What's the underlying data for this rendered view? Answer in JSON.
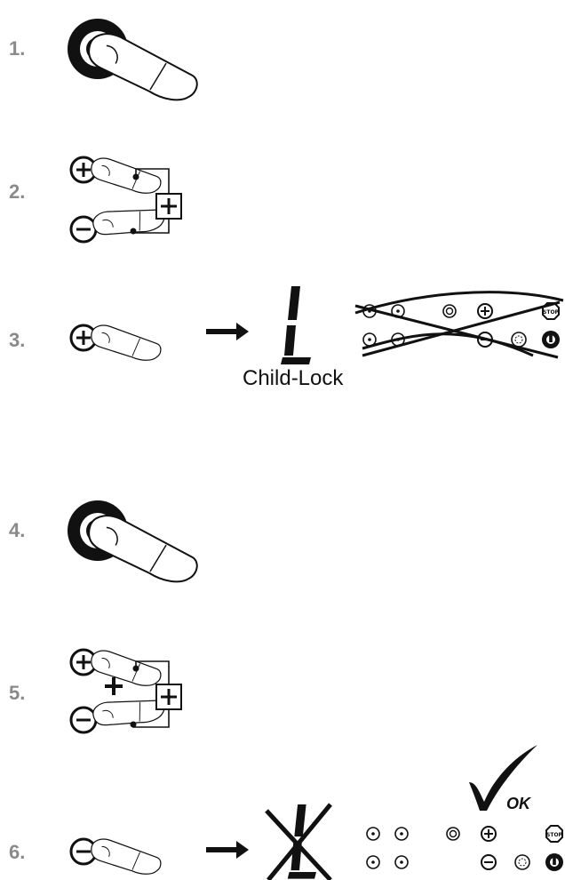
{
  "steps": [
    {
      "label": "1.",
      "action": "press-power"
    },
    {
      "label": "2.",
      "action": "press-plus-and-minus-together"
    },
    {
      "label": "3.",
      "action": "press-plus",
      "display": "L",
      "result": "panel-locked"
    },
    {
      "label": "4.",
      "action": "press-power"
    },
    {
      "label": "5.",
      "action": "press-plus-and-minus-together"
    },
    {
      "label": "6.",
      "action": "press-minus",
      "display": "L-crossed",
      "result": "panel-unlocked"
    }
  ],
  "captions": {
    "child_lock": "Child-Lock",
    "ok": "OK"
  },
  "icons": [
    "power-button-icon",
    "plus-button-icon",
    "minus-button-icon",
    "finger-icon",
    "plus-box-icon",
    "arrow-right-icon",
    "seven-segment-l-icon",
    "control-panel-icon",
    "cross-out-icon",
    "checkmark-icon",
    "stop-icon"
  ],
  "colors": {
    "ink": "#111111",
    "step_number": "#8a8a8a",
    "background": "#ffffff"
  }
}
